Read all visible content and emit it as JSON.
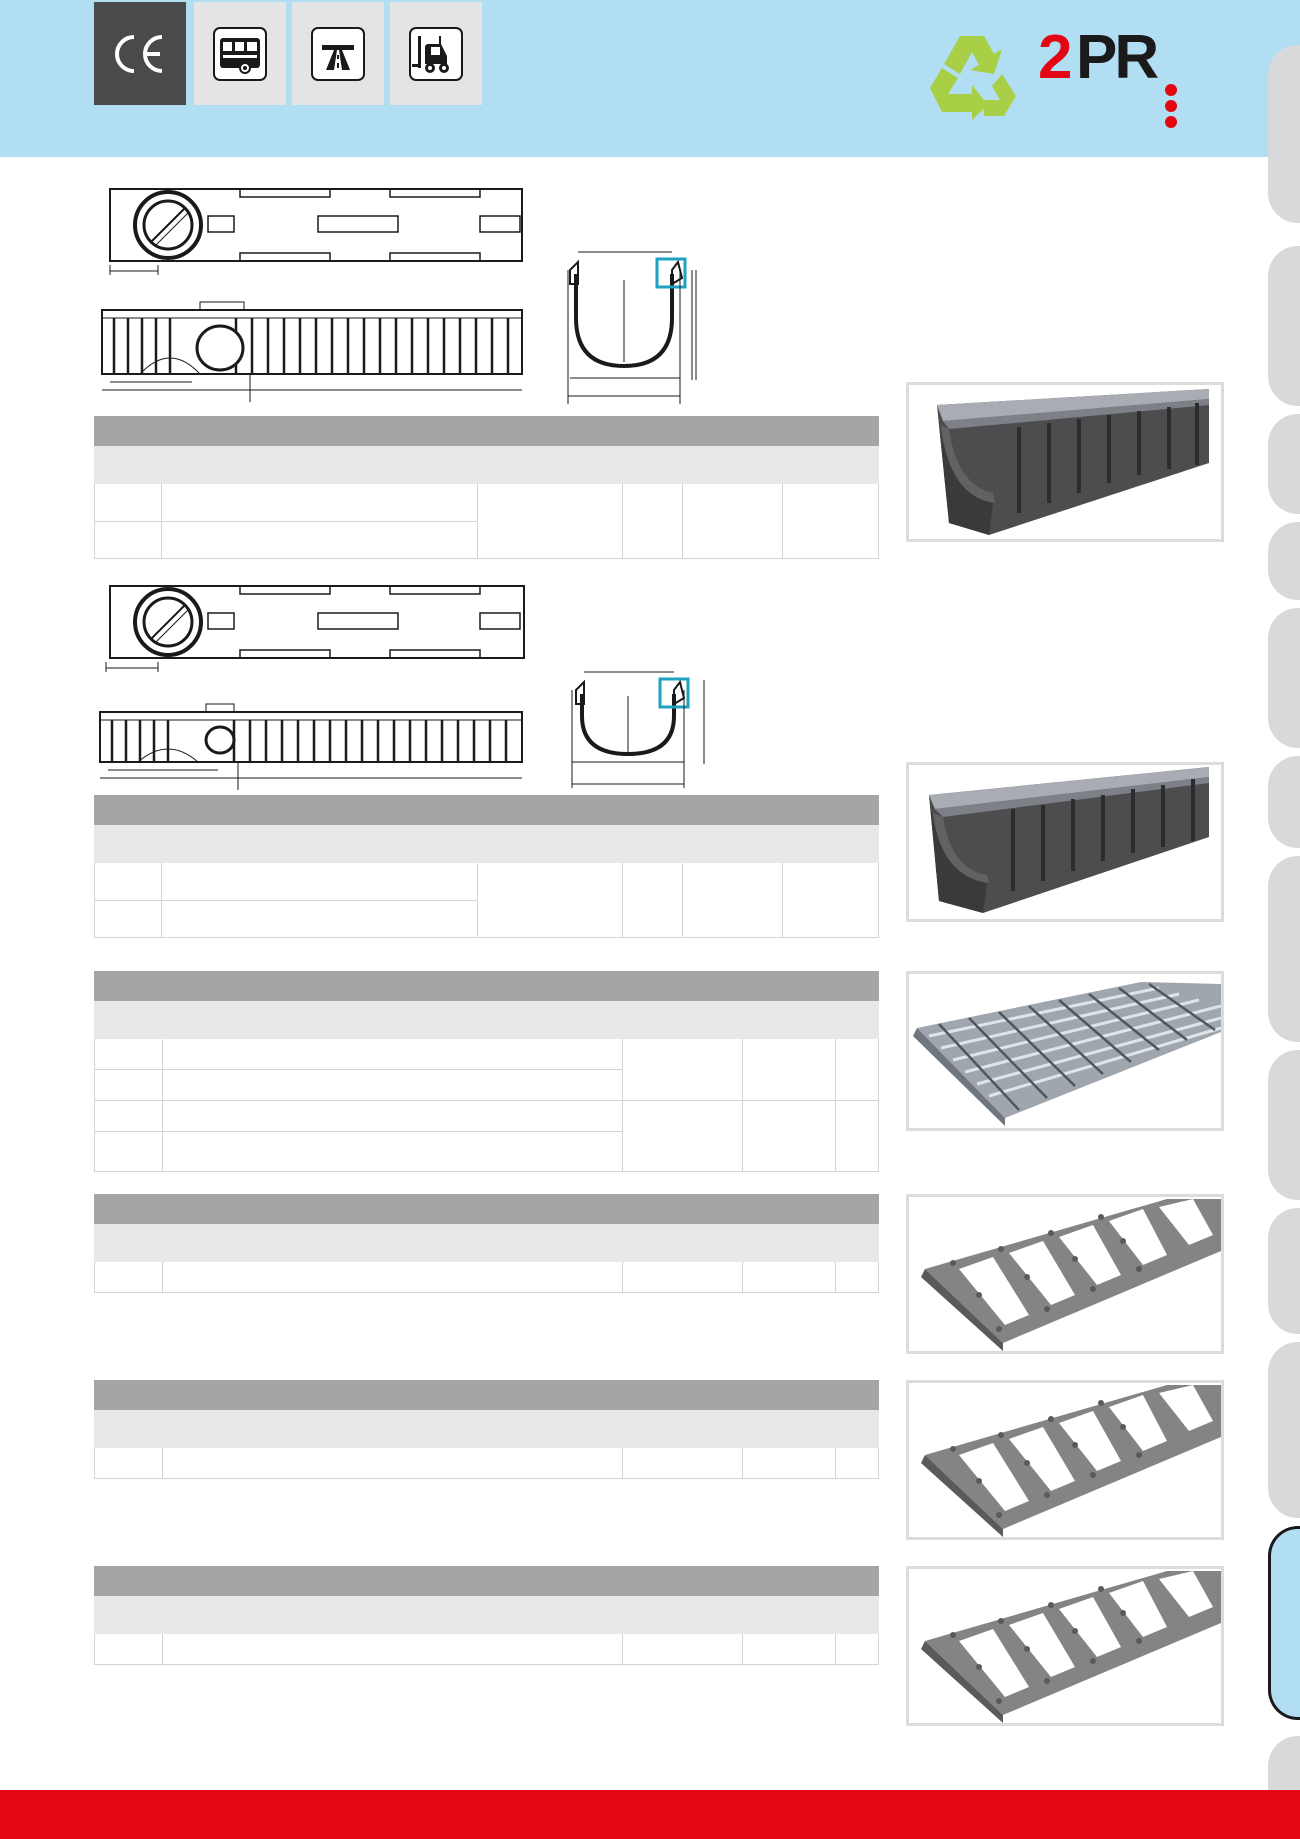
{
  "colors": {
    "header_band": "#b2def4",
    "cert_dark": "#4a4a4c",
    "cert_light": "#e4e4e4",
    "footer_band": "#e30613",
    "table_head": "#a5a5a7",
    "table_sub": "#e8e8e9",
    "drawing_highlight": "#1fa2c0",
    "logo_recycle": "#a8cf45",
    "logo_brand_red": "#e30613"
  },
  "header": {
    "certifications": [
      {
        "icon": "ce-mark-icon"
      },
      {
        "icon": "bus-icon"
      },
      {
        "icon": "motorway-icon"
      },
      {
        "icon": "forklift-icon"
      }
    ],
    "logos": {
      "recycle_icon": "recycle-icon",
      "brand_text": "2PR"
    }
  },
  "products": [
    {
      "photo_icon": "drainage-channel-photo"
    },
    {
      "photo_icon": "drainage-channel-photo"
    },
    {
      "photo_icon": "galvanized-mesh-grating-photo"
    },
    {
      "photo_icon": "cast-iron-slotted-grating-photo"
    },
    {
      "photo_icon": "cast-iron-slotted-grating-photo"
    },
    {
      "photo_icon": "cast-iron-slotted-grating-photo"
    }
  ]
}
